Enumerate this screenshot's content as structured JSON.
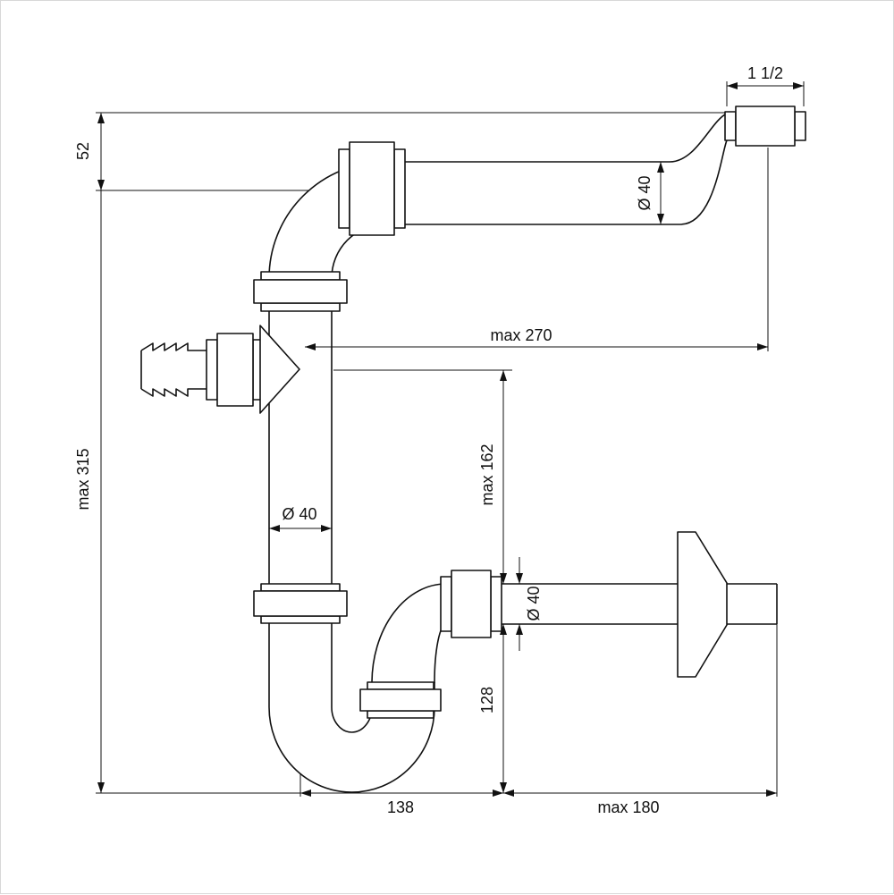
{
  "drawing": {
    "type": "plumbing-siphon-technical-drawing",
    "background": "#ffffff",
    "line_color": "#111111",
    "labels": {
      "thread_size": "1 1/2",
      "offset_top": "52",
      "dia_top_pipe": "Ø 40",
      "wall_distance": "max 270",
      "total_height": "max 315",
      "inlet_to_outlet_height": "max 162",
      "dia_standpipe": "Ø 40",
      "dia_outlet_pipe": "Ø 40",
      "outlet_drop": "128",
      "trap_width": "138",
      "outlet_length": "max 180"
    }
  }
}
